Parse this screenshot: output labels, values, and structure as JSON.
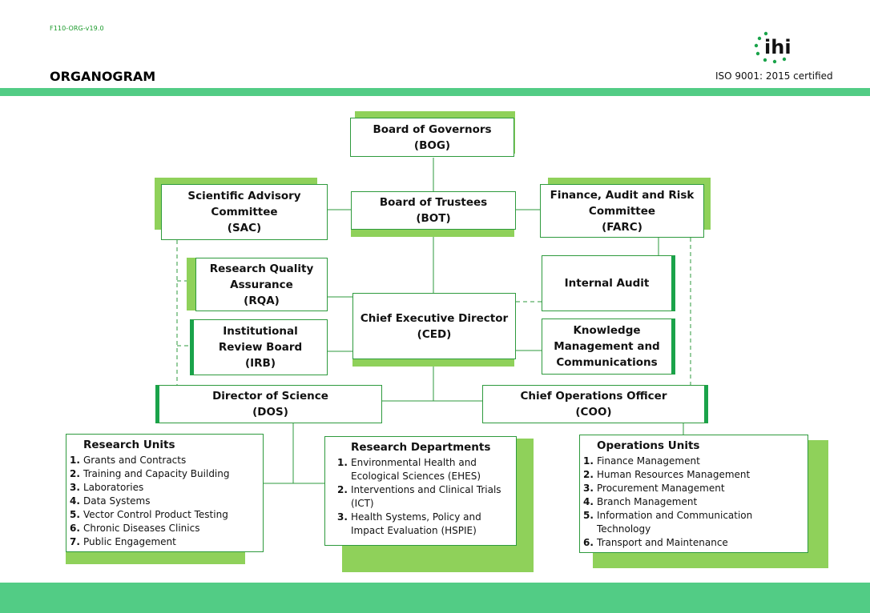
{
  "header": {
    "doc_code": "F110-ORG-v19.0",
    "title": "ORGANOGRAM",
    "iso_text": "ISO 9001: 2015 certified",
    "logo_text": "ihi"
  },
  "colors": {
    "band": "#52cc85",
    "shadow": "#8fd15a",
    "border": "#2e9a3d",
    "accent": "#1aa34a"
  },
  "nodes": {
    "bog": {
      "line1": "Board of Governors",
      "line2": "(BOG)"
    },
    "bot": {
      "line1": "Board of Trustees",
      "line2": "(BOT)"
    },
    "sac": {
      "line1": "Scientific Advisory",
      "line2": "Committee",
      "line3": "(SAC)"
    },
    "farc": {
      "line1": "Finance, Audit and Risk",
      "line2": "Committee",
      "line3": "(FARC)"
    },
    "rqa": {
      "line1": "Research Quality",
      "line2": "Assurance",
      "line3": "(RQA)"
    },
    "irb": {
      "line1": "Institutional",
      "line2": "Review Board",
      "line3": "(IRB)"
    },
    "ced": {
      "line1": "Chief Executive Director",
      "line2": "(CED)"
    },
    "internal_audit": {
      "line1": "Internal Audit"
    },
    "kmc": {
      "line1": "Knowledge",
      "line2": "Management and",
      "line3": "Communications"
    },
    "dos": {
      "line1": "Director of Science",
      "line2": "(DOS)"
    },
    "coo": {
      "line1": "Chief Operations Officer",
      "line2": "(COO)"
    }
  },
  "research_units": {
    "title": "Research Units",
    "items": [
      {
        "num": "1.",
        "label": "Grants and Contracts"
      },
      {
        "num": "2.",
        "label": "Training and Capacity Building"
      },
      {
        "num": "3.",
        "label": "Laboratories"
      },
      {
        "num": "4.",
        "label": "Data Systems"
      },
      {
        "num": "5.",
        "label": "Vector Control Product Testing"
      },
      {
        "num": "6.",
        "label": "Chronic Diseases Clinics"
      },
      {
        "num": "7.",
        "label": "Public Engagement"
      }
    ]
  },
  "research_departments": {
    "title": "Research Departments",
    "items": [
      {
        "num": "1.",
        "label": "Environmental Health and Ecological Sciences (EHES)"
      },
      {
        "num": "2.",
        "label": "Interventions and Clinical Trials (ICT)"
      },
      {
        "num": "3.",
        "label": "Health Systems, Policy and Impact Evaluation (HSPIE)"
      }
    ]
  },
  "operations_units": {
    "title": "Operations Units",
    "items": [
      {
        "num": "1.",
        "label": "Finance Management"
      },
      {
        "num": "2.",
        "label": "Human Resources Management"
      },
      {
        "num": "3.",
        "label": "Procurement Management"
      },
      {
        "num": "4.",
        "label": "Branch Management"
      },
      {
        "num": "5.",
        "label": "Information and Communication Technology"
      },
      {
        "num": "6.",
        "label": "Transport and Maintenance"
      }
    ]
  }
}
